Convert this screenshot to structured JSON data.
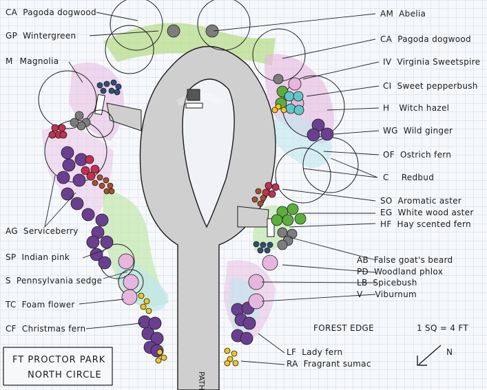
{
  "title": {
    "line1": "FT PROCTOR PARK",
    "line2": "NORTH CIRCLE"
  },
  "path_label": "PATH",
  "forest_edge": "FOREST EDGE",
  "scale": "1 SQ = 4 FT",
  "compass": {
    "label": "N"
  },
  "colors": {
    "paper": "#f7f8fb",
    "grid": "#b9cde0",
    "path": "#c9c9c9",
    "green": "#a8d37a",
    "pink": "#e7b6df",
    "blue": "#b9e3ec",
    "purple": "#6a3f8f",
    "red": "#c4304f",
    "gold": "#f0c818",
    "grey": "#7d7d7d",
    "navy": "#2f4f7a",
    "lightgreen": "#5cae3c",
    "teal": "#5fc7c9",
    "rust": "#a9502c"
  },
  "left_labels": [
    {
      "code": "CA",
      "name": "Pagoda dogwood"
    },
    {
      "code": "GP",
      "name": "Wintergreen"
    },
    {
      "code": "M",
      "name": "Magnolia"
    },
    {
      "code": "AG",
      "name": "Serviceberry"
    },
    {
      "code": "SP",
      "name": "Indian pink"
    },
    {
      "code": "S",
      "name": "Pennsylvania sedge"
    },
    {
      "code": "TC",
      "name": "Foam flower"
    },
    {
      "code": "CF",
      "name": "Christmas fern"
    }
  ],
  "right_labels": [
    {
      "code": "AM",
      "name": "Abelia"
    },
    {
      "code": "CA",
      "name": "Pagoda dogwood"
    },
    {
      "code": "IV",
      "name": "Virginia Sweetspire"
    },
    {
      "code": "CI",
      "name": "Sweet pepperbush"
    },
    {
      "code": "H",
      "name": "Witch hazel"
    },
    {
      "code": "WG",
      "name": "Wild ginger"
    },
    {
      "code": "OF",
      "name": "Ostrich fern"
    },
    {
      "code": "C",
      "name": "Redbud"
    },
    {
      "code": "SO",
      "name": "Aromatic aster"
    },
    {
      "code": "EG",
      "name": "White wood aster"
    },
    {
      "code": "HF",
      "name": "Hay scented fern"
    },
    {
      "code": "AB",
      "name": "False goat's beard"
    },
    {
      "code": "PD",
      "name": "Woodland phlox"
    },
    {
      "code": "LB",
      "name": "Spicebush"
    },
    {
      "code": "V",
      "name": "Viburnum"
    },
    {
      "code": "LF",
      "name": "Lady fern"
    },
    {
      "code": "RA",
      "name": "Fragrant sumac"
    }
  ]
}
